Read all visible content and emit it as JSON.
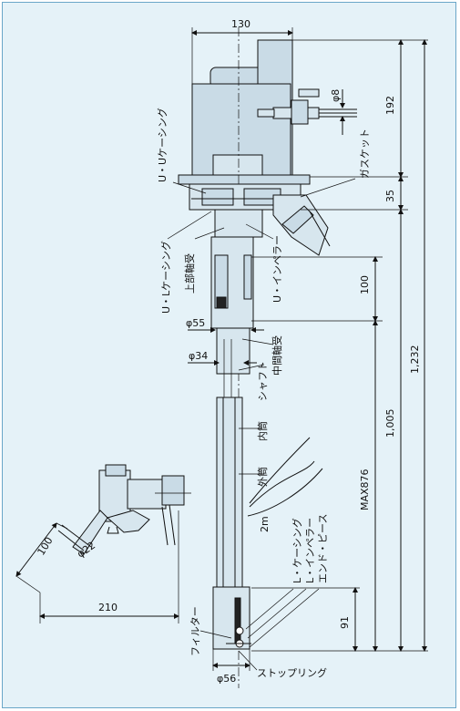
{
  "dimensions": {
    "width_top": "130",
    "motor_height": "192",
    "flange_height": "35",
    "upper_section": "100",
    "total_length": "1,232",
    "tube_length": "1,005",
    "max_immersion": "MAX876",
    "bottom_section": "91",
    "dia_pipe": "φ8",
    "dia_55": "φ55",
    "dia_34": "φ34",
    "dia_56": "φ56",
    "nozzle_length": "100",
    "nozzle_dia": "φ22",
    "nozzle_reach": "210",
    "hose_length": "2m"
  },
  "labels": {
    "uu_casing": "U・Uケーシング",
    "gasket": "ガスケット",
    "ul_casing": "U・Lケーシング",
    "upper_bearing": "上部軸受",
    "u_impeller": "U・インペラー",
    "mid_bearing": "中間軸受",
    "shaft": "シャフト",
    "inner_tube": "内筒",
    "outer_tube": "外筒",
    "l_casing": "L・ケーシング",
    "l_impeller": "L・インペラー",
    "end_piece": "エンド・ピース",
    "filter": "フィルター",
    "stop_ring": "ストップリング"
  }
}
